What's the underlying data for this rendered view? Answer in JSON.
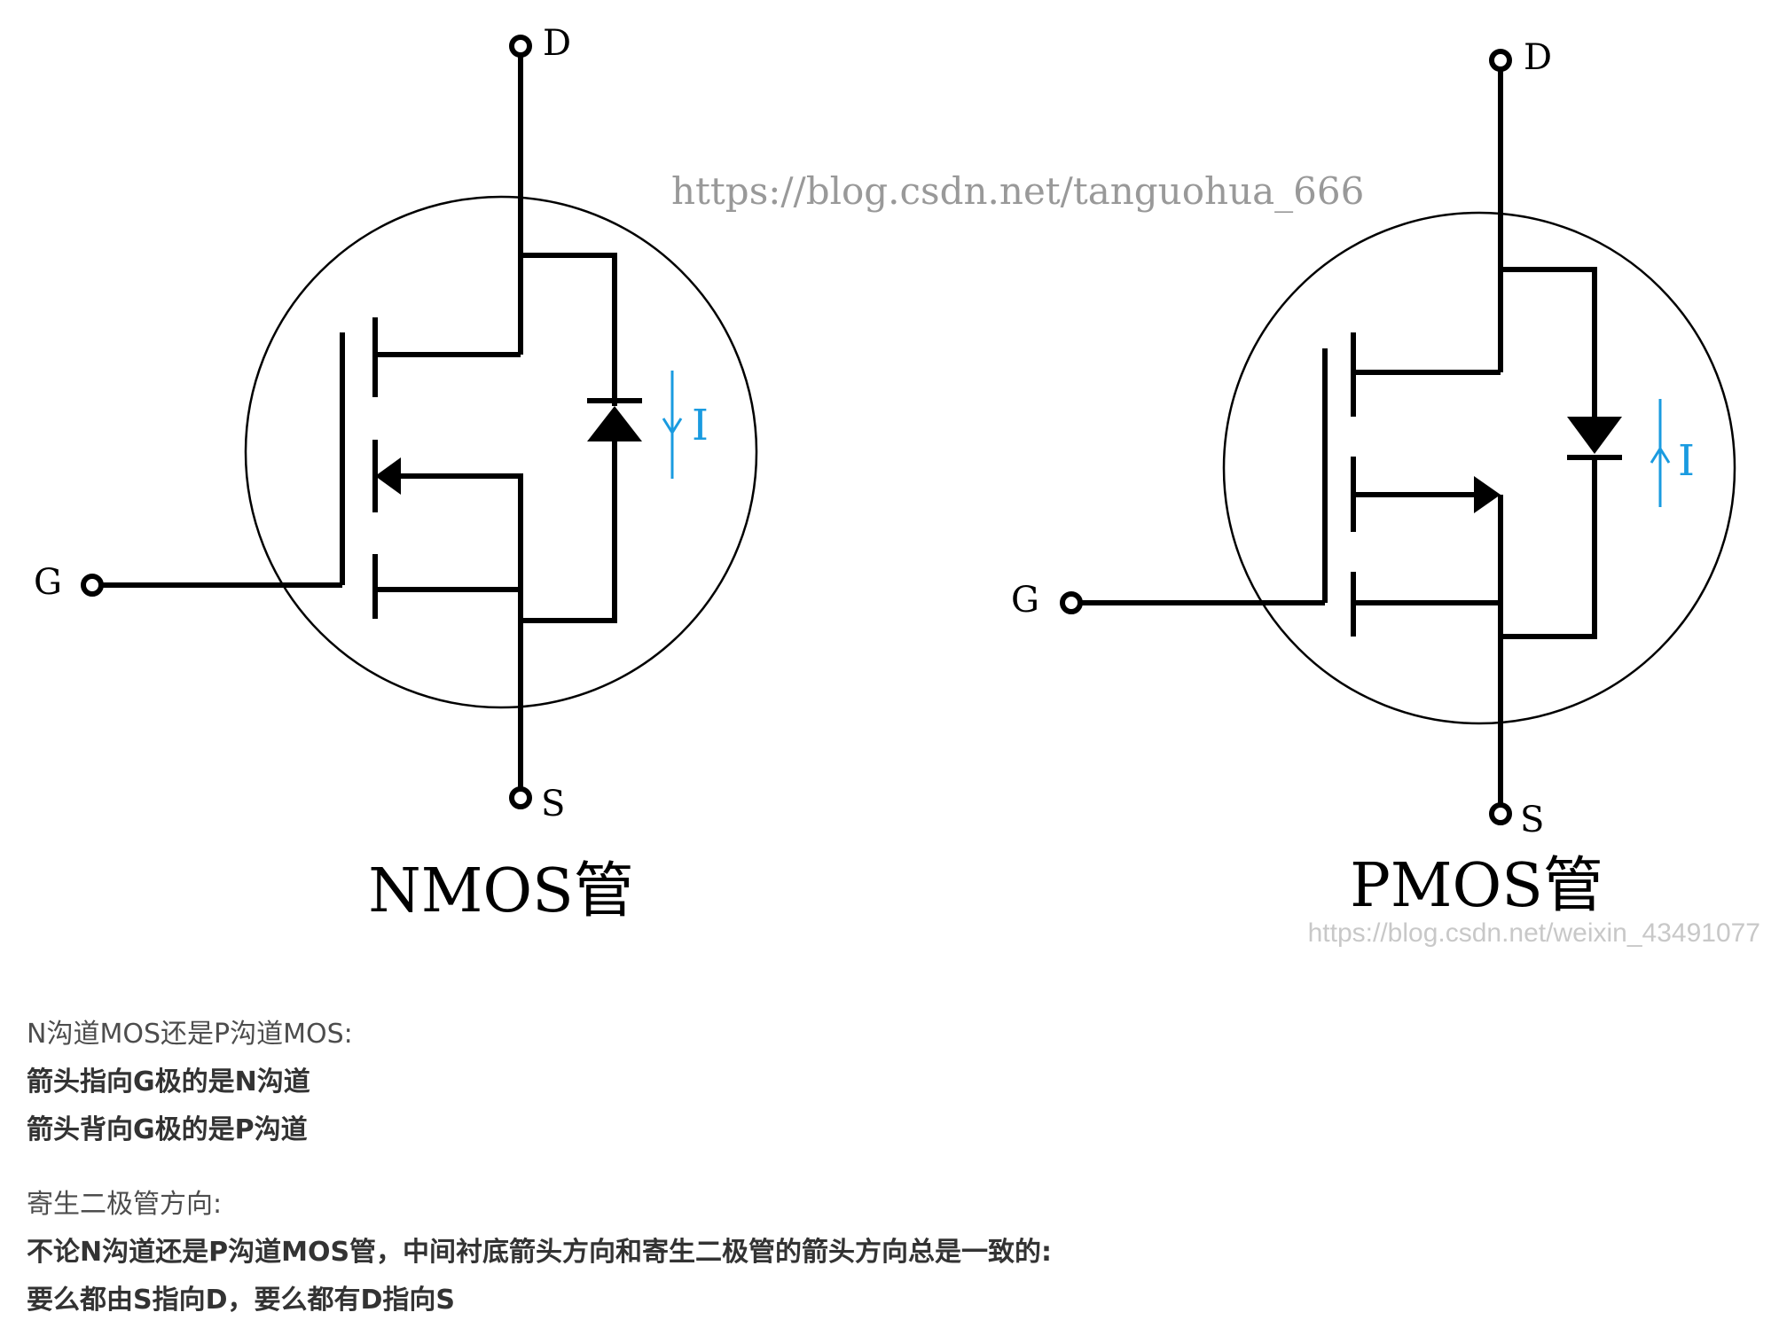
{
  "nmos": {
    "terminal_d": "D",
    "terminal_g": "G",
    "terminal_s": "S",
    "current_label": "I",
    "caption": "NMOS管"
  },
  "pmos": {
    "terminal_d": "D",
    "terminal_g": "G",
    "terminal_s": "S",
    "current_label": "I",
    "caption": "PMOS管"
  },
  "watermarks": {
    "top": "https://blog.csdn.net/tanguohua_666",
    "bottom": "https://blog.csdn.net/weixin_43491077"
  },
  "colors": {
    "line": "#000000",
    "current": "#1a9be0",
    "watermark_top": "#999999",
    "watermark_bottom": "#c8c8c8",
    "text": "#4d4d4d"
  },
  "notes": {
    "channel_heading": "N沟道MOS还是P沟道MOS:",
    "channel_rule_n": "箭头指向G极的是N沟道",
    "channel_rule_p": "箭头背向G极的是P沟道",
    "diode_heading": "寄生二极管方向:",
    "diode_rule": "不论N沟道还是P沟道MOS管，中间衬底箭头方向和寄生二极管的箭头方向总是一致的:",
    "diode_rule_2": "要么都由S指向D，要么都有D指向S"
  }
}
